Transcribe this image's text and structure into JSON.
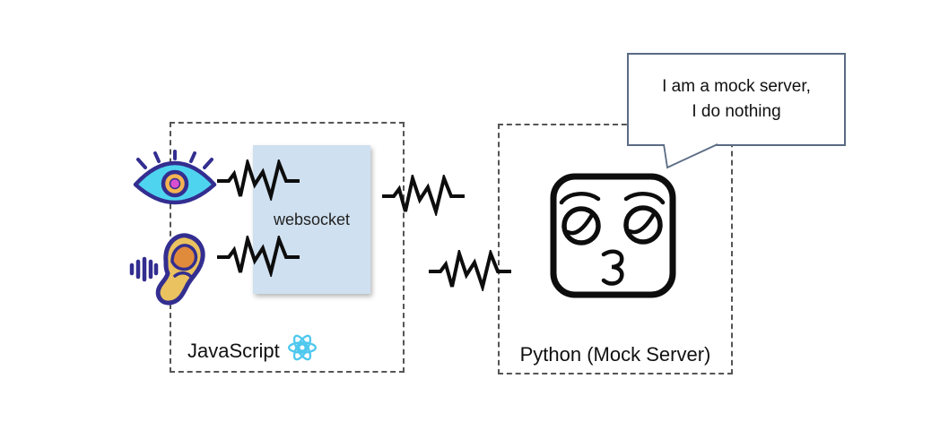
{
  "left_box": {
    "label": "JavaScript",
    "websocket_label": "websocket",
    "icons": [
      "eye-icon",
      "ear-icon",
      "react-logo-icon",
      "audio-waveform-icon"
    ]
  },
  "right_box": {
    "label": "Python (Mock Server)",
    "icons": [
      "rolling-eyes-face-icon"
    ]
  },
  "speech_bubble": {
    "line1": "I am a mock server,",
    "line2": "I do nothing"
  },
  "connection": {
    "waveform_count": 4
  },
  "colors": {
    "ink": "#0d0d0d",
    "dash_gray": "#555555",
    "websocket_fill": "#cfe0f0",
    "bubble_border": "#5a6b84",
    "react_cyan": "#4fc8ee",
    "eye_cyan": "#4fd4f0",
    "indigo": "#332e90",
    "iris_orange": "#f6b452",
    "pupil_magenta": "#d94fd1",
    "ear_tan": "#eac25f",
    "ear_orange": "#e08a3c"
  }
}
